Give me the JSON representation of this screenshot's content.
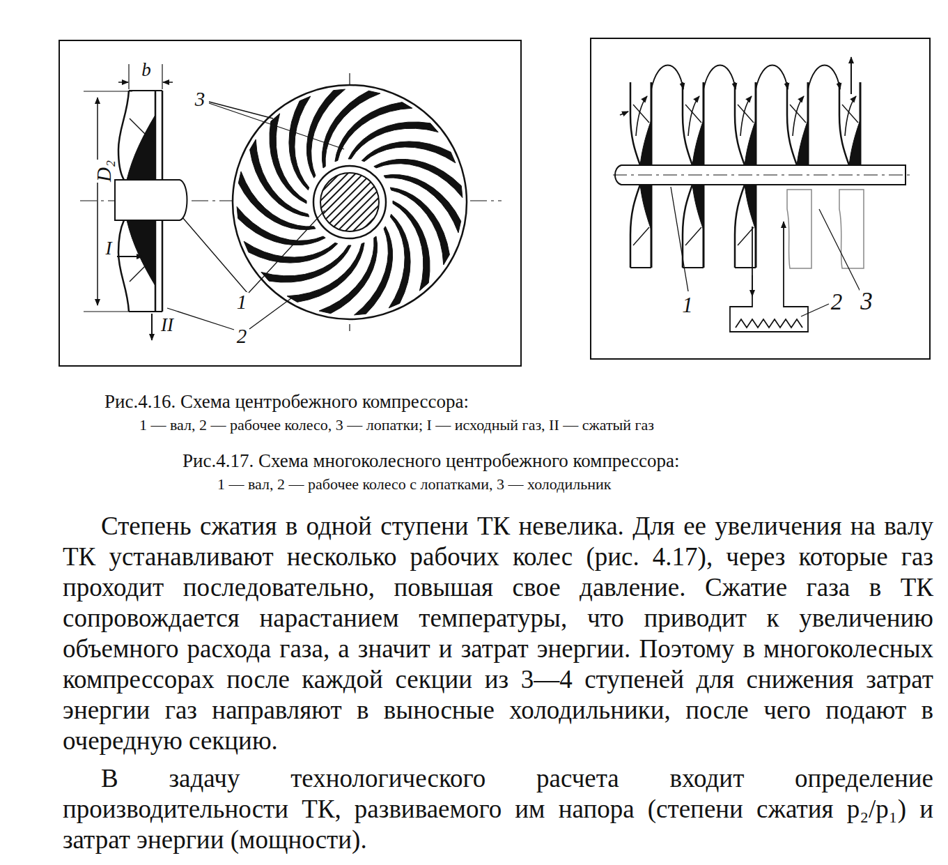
{
  "diagram": {
    "labels": [
      "b",
      "3",
      "D₂",
      "I",
      "1",
      "II",
      "2",
      "1",
      "2",
      "3",
      "Рис.4.16. Схема центробежного компрессора:",
      "1 — вал, 2 — рабочее колесо, 3 — лопатки; I — исходный газ, II — сжатый газ",
      "Рис.4.17. Схема многоколесного центробежного компрессора:",
      "1 — вал, 2 — рабочее колесо с лопатками, 3 — холодильник",
      "Степень сжатия в одной ступени ТК невелика. Для ее увеличения на валу ТК устанавливают несколько рабочих колес (рис. 4.17), через которые газ проходит последовательно, повышая свое давление. Сжатие газа в ТК сопровождается нарастанием температуры, что приводит к увеличению объемного расхода газа, а значит и затрат энергии. Поэтому в многоколесных компрессорах после каждой секции из 3—4 ступеней для снижения затрат энергии газ направляют в выносные холодильники, после чего подают в очередную секцию.",
      "В задачу технологического расчета входит определение производительности ТК, развиваемого им напора (степени сжатия p₂/p₁) и затрат энергии (мощности)."
    ]
  }
}
